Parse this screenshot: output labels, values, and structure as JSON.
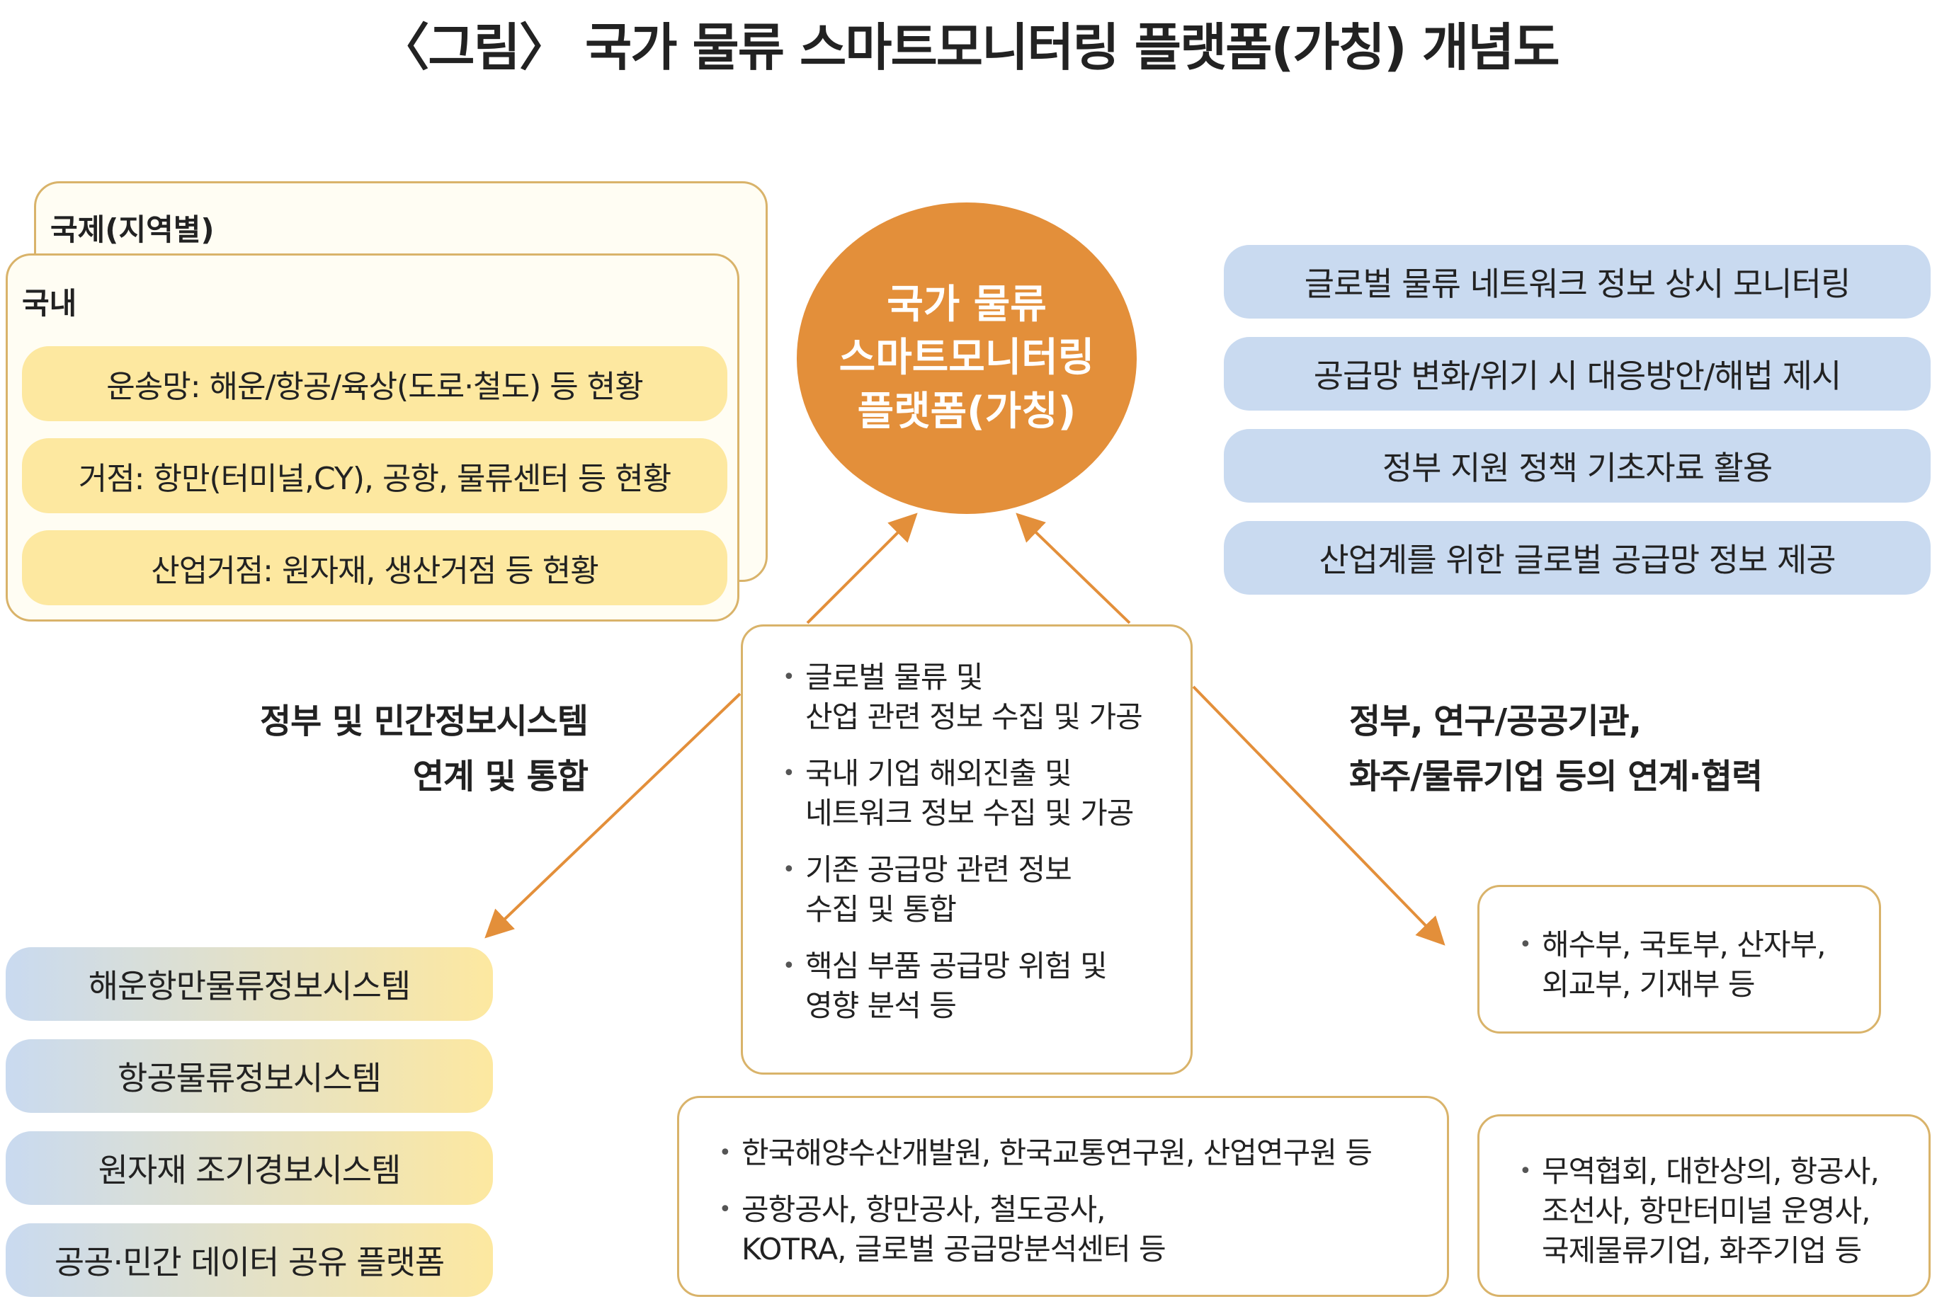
{
  "title": "〈그림〉 국가 물류 스마트모니터링 플랫폼(가칭) 개념도",
  "data_cards": {
    "international_label": "국제(지역별)",
    "domestic_label": "국내",
    "items": [
      "운송망: 해운/항공/육상(도로·철도) 등 현황",
      "거점: 항만(터미널,CY), 공항, 물류센터 등 현황",
      "산업거점: 원자재, 생산거점 등 현황"
    ]
  },
  "center": {
    "lines": [
      "국가 물류",
      "스마트모니터링",
      "플랫폼(가칭)"
    ]
  },
  "outputs": [
    "글로벌 물류 네트워크 정보 상시 모니터링",
    "공급망 변화/위기 시 대응방안/해법 제시",
    "정부 지원 정책 기초자료 활용",
    "산업계를 위한 글로벌 공급망 정보 제공"
  ],
  "functions": [
    [
      "글로벌 물류 및",
      "산업 관련 정보 수집 및 가공"
    ],
    [
      "국내 기업 해외진출 및",
      "네트워크 정보 수집 및 가공"
    ],
    [
      "기존 공급망 관련 정보",
      "수집 및 통합"
    ],
    [
      "핵심 부품 공급망 위험 및",
      "영향 분석 등"
    ]
  ],
  "left_heading": [
    "정부 및 민간정보시스템",
    "연계 및 통합"
  ],
  "right_heading": [
    "정부, 연구/공공기관,",
    "화주/물류기업 등의 연계·협력"
  ],
  "systems": [
    "해운항만물류정보시스템",
    "항공물류정보시스템",
    "원자재 조기경보시스템",
    "공공·민간 데이터 공유 플랫폼"
  ],
  "gov_box": [
    "해수부, 국토부, 산자부,",
    "외교부, 기재부 등"
  ],
  "research_box": [
    [
      "한국해양수산개발원, 한국교통연구원, 산업연구원 등"
    ],
    [
      "공항공사, 항만공사, 철도공사,",
      "KOTRA, 글로벌 공급망분석센터 등"
    ]
  ],
  "industry_box": [
    "무역협회, 대한상의, 항공사,",
    "조선사, 항만터미널 운영사,",
    "국제물류기업, 화주기업 등"
  ],
  "colors": {
    "orange": "#e38f3a",
    "yellow_pill": "#fde8a0",
    "blue_pill": "#c9daf0",
    "border": "#d9b36a"
  }
}
